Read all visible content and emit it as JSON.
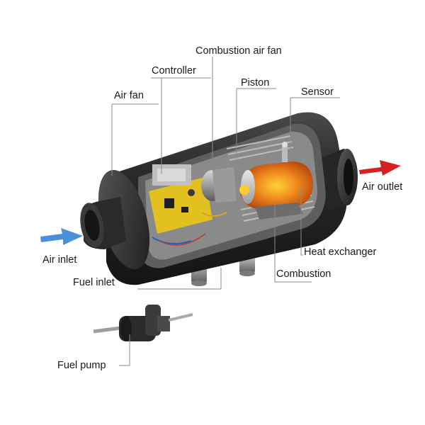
{
  "labels": {
    "combustion_air_fan": "Combustion air fan",
    "controller": "Controller",
    "piston": "Piston",
    "sensor": "Sensor",
    "air_fan": "Air fan",
    "air_outlet": "Air outlet",
    "air_inlet": "Air inlet",
    "heat_exchanger": "Heat exchanger",
    "combustion": "Combustion",
    "fuel_inlet": "Fuel inlet",
    "fuel_pump": "Fuel pump"
  },
  "colors": {
    "air_inlet_arrow": "#4a90d9",
    "air_outlet_arrow": "#d42020",
    "housing": "#2b2b2b",
    "controller_board": "#e2c020",
    "combustion_glow": "#f08a1c"
  }
}
